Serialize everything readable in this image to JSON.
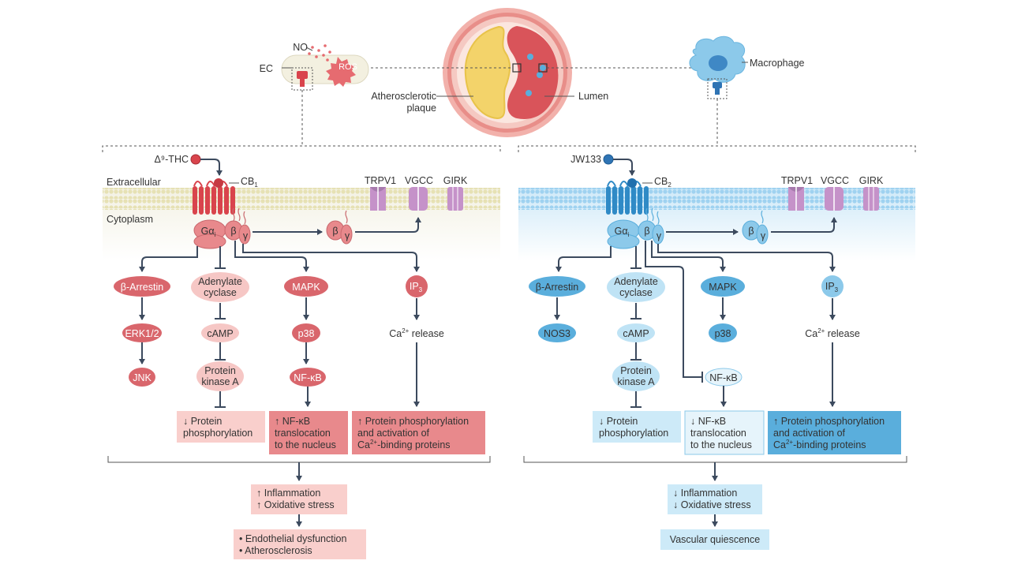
{
  "top": {
    "no_label": "NO",
    "ros_label": "ROS",
    "ec_label": "EC",
    "plaque_label_line1": "Atherosclerotic",
    "plaque_label_line2": "plaque",
    "lumen_label": "Lumen",
    "macrophage_label": "Macrophage"
  },
  "left": {
    "ligand": "Δ⁹-THC",
    "receptor": "CB",
    "receptor_sub": "1",
    "extracellular": "Extracellular",
    "cytoplasm": "Cytoplasm",
    "channels": [
      "TRPV1",
      "VGCC",
      "GIRK"
    ],
    "g_alpha": "Gα",
    "g_alpha_sub": "i",
    "beta": "β",
    "gamma": "γ",
    "nodes": {
      "barrestin": "β-Arrestin",
      "adenylate1": "Adenylate",
      "adenylate2": "cyclase",
      "mapk": "MAPK",
      "ip3": "IP",
      "ip3_sub": "3",
      "erk": "ERK1/2",
      "camp": "cAMP",
      "p38": "p38",
      "ca_release_pre": "Ca",
      "ca_release_sup": "2+",
      "ca_release_post": " release",
      "jnk": "JNK",
      "pka1": "Protein",
      "pka2": "kinase A",
      "nfkb": "NF-κB"
    },
    "outcomes": {
      "box1_l1": "↓ Protein",
      "box1_l2": "phosphorylation",
      "box2_l1": "↑ NF-κB",
      "box2_l2": "translocation",
      "box2_l3": "to the nucleus",
      "box3_l1": "↑ Protein phosphorylation",
      "box3_l2": "and activation of",
      "box3_l3_pre": "Ca",
      "box3_l3_sup": "2+",
      "box3_l3_post": "-binding proteins"
    },
    "result1_l1": "↑ Inflammation",
    "result1_l2": "↑ Oxidative stress",
    "result2_l1": "• Endothelial dysfunction",
    "result2_l2": "• Atherosclerosis"
  },
  "right": {
    "ligand": "JW133",
    "receptor": "CB",
    "receptor_sub": "2",
    "channels": [
      "TRPV1",
      "VGCC",
      "GIRK"
    ],
    "g_alpha": "Gα",
    "g_alpha_sub": "i",
    "beta": "β",
    "gamma": "γ",
    "nodes": {
      "barrestin": "β-Arrestin",
      "adenylate1": "Adenylate",
      "adenylate2": "cyclase",
      "mapk": "MAPK",
      "ip3": "IP",
      "ip3_sub": "3",
      "nos3": "NOS3",
      "camp": "cAMP",
      "p38": "p38",
      "ca_release_pre": "Ca",
      "ca_release_sup": "2+",
      "ca_release_post": " release",
      "pka1": "Protein",
      "pka2": "kinase A",
      "nfkb": "NF-κB"
    },
    "outcomes": {
      "box1_l1": "↓ Protein",
      "box1_l2": "phosphorylation",
      "box2_l1": "↓ NF-κB",
      "box2_l2": "translocation",
      "box2_l3": "to the nucleus",
      "box3_l1": "↑ Protein phosphorylation",
      "box3_l2": "and activation of",
      "box3_l3_pre": "Ca",
      "box3_l3_sup": "2+",
      "box3_l3_post": "-binding proteins"
    },
    "result1_l1": "↓ Inflammation",
    "result1_l2": "↓ Oxidative stress",
    "result2": "Vascular quiescence"
  },
  "colors": {
    "red_dark": "#d9666c",
    "red_light": "#f6c7c5",
    "red_mid": "#e8898c",
    "blue_dark": "#5aaedc",
    "blue_light": "#bfe3f5",
    "blue_mid": "#8cc9ea",
    "purple": "#c592c9",
    "arrow": "#3c4a5e"
  }
}
